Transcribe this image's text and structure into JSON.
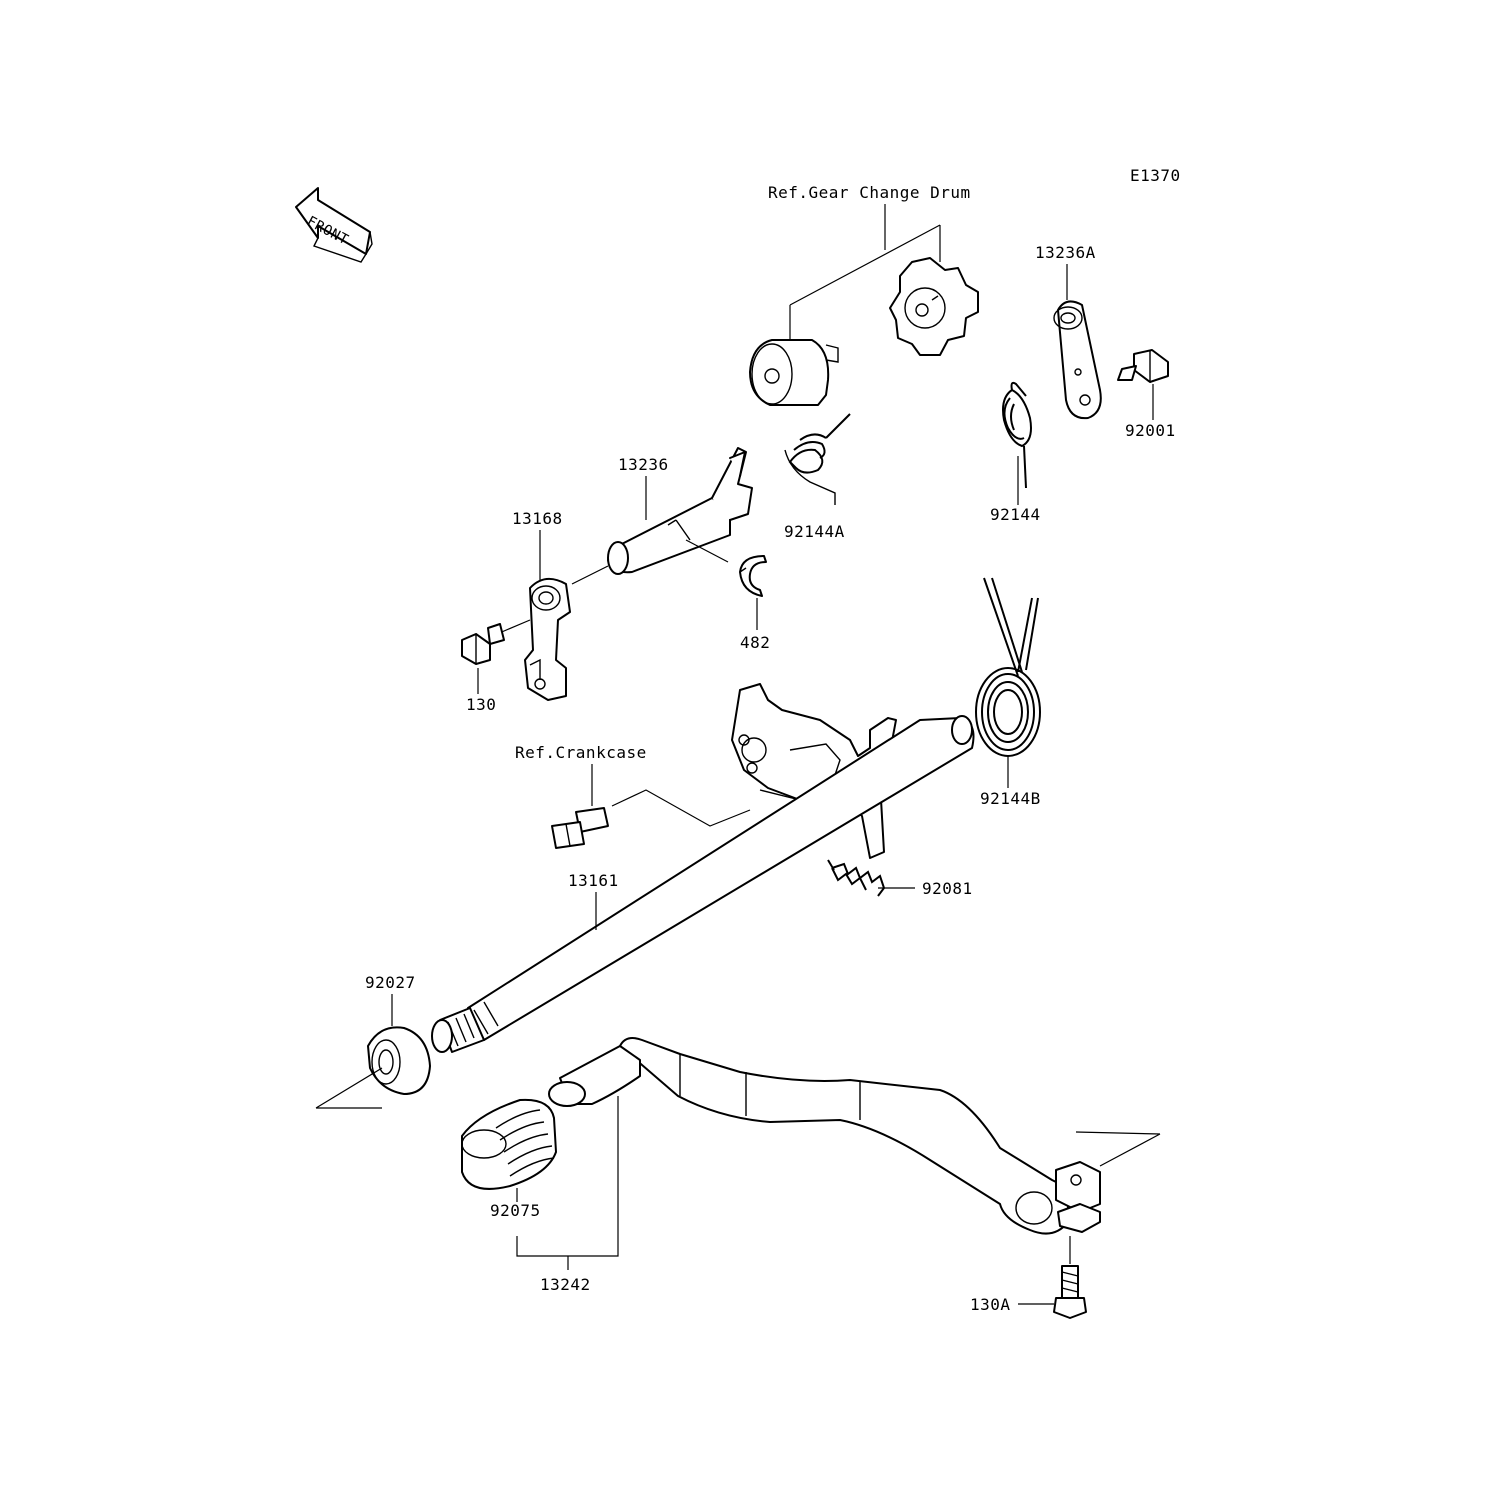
{
  "figure_code": "E1370",
  "front_label": "FRONT",
  "references": {
    "gear_change_drum": "Ref.Gear Change Drum",
    "crankcase": "Ref.Crankcase"
  },
  "parts": {
    "p13236A": "13236A",
    "p92001": "92001",
    "p92144": "92144",
    "p92144A": "92144A",
    "p13236": "13236",
    "p13168": "13168",
    "p482": "482",
    "p130": "130",
    "p92144B": "92144B",
    "p92081": "92081",
    "p13161": "13161",
    "p92027": "92027",
    "p92075": "92075",
    "p13242": "13242",
    "p130A": "130A"
  },
  "colors": {
    "line": "#000000",
    "background": "#ffffff"
  },
  "icons": {
    "front_arrow": "front-arrow-icon"
  }
}
